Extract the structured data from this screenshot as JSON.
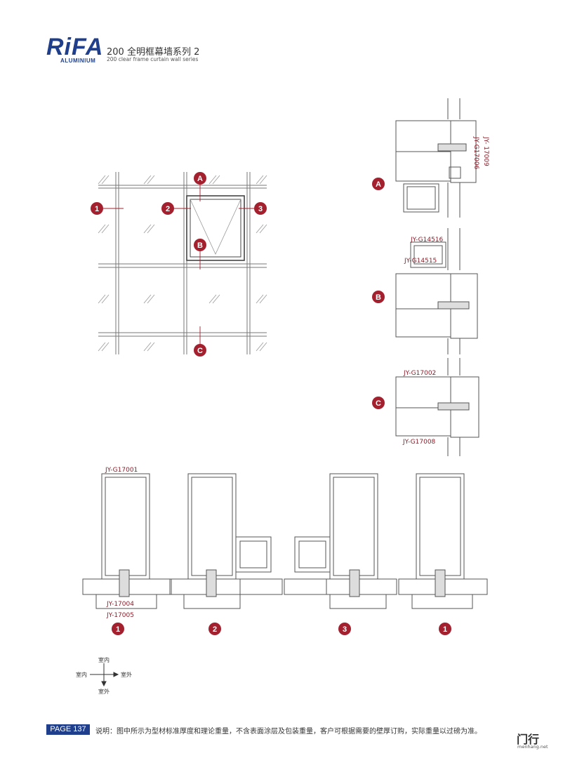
{
  "header": {
    "logo_text": "RiFA",
    "logo_sub": "ALUMINIUM",
    "title_zh": "200 全明框幕墙系列 2",
    "title_en": "200 clear frame curtain wall series"
  },
  "elevation": {
    "markers": [
      "1",
      "2",
      "3",
      "A",
      "B",
      "C"
    ]
  },
  "section_a": {
    "marker": "A",
    "labels": [
      "JY- 17009",
      "JY-G17006"
    ]
  },
  "section_b": {
    "marker": "B",
    "labels": [
      "JY-G14516",
      "JY-G14515"
    ]
  },
  "section_c": {
    "marker": "C",
    "labels": [
      "JY-G17002",
      "JY-G17008"
    ]
  },
  "plan_sections": {
    "top_label": "JY-G17001",
    "bottom_labels": [
      "JY-17004",
      "JY-17005"
    ],
    "markers": [
      "1",
      "2",
      "3",
      "1"
    ]
  },
  "orientation": {
    "top": "室内",
    "left": "室内",
    "right": "室外",
    "bottom": "室外"
  },
  "footer": {
    "page": "PAGE 137",
    "note": "说明：图中所示为型材标准厚度和理论重量，不含表面涂层及包装重量，客户可根据需要的壁厚订购，实际重量以过磅为准。",
    "brand": "门行",
    "brand_url": "menhang.net"
  },
  "colors": {
    "brand_blue": "#1f3f8c",
    "marker_red": "#a3202e",
    "label_red": "#8b1e2a"
  }
}
